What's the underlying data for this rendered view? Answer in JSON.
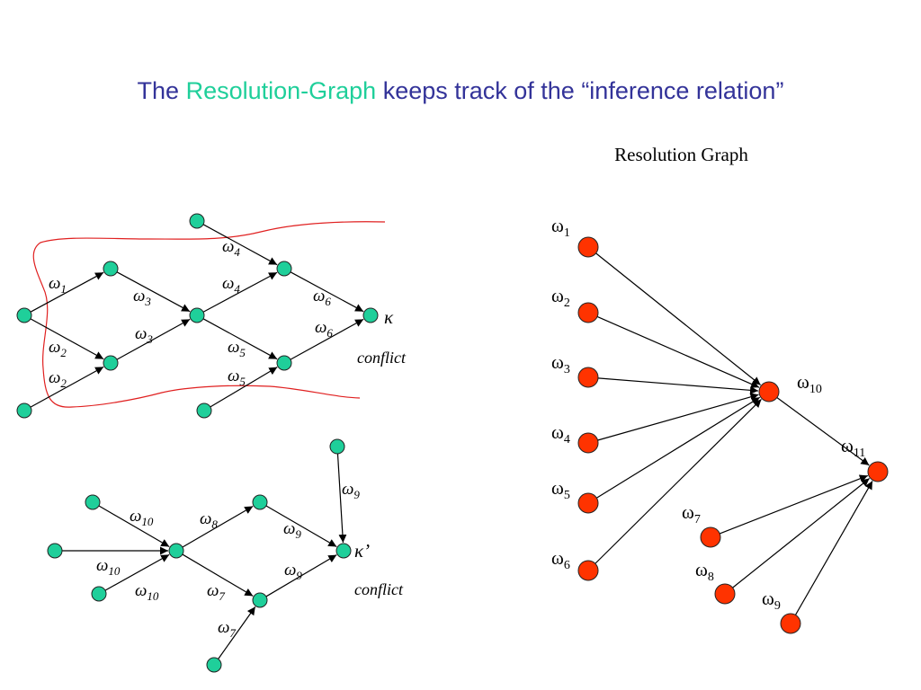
{
  "slide": {
    "title_pre": "The ",
    "title_highlight": "Resolution-Graph",
    "title_post": " keeps track of the “inference relation”",
    "highlight_color": "#1fcf9a",
    "title_color": "#333399"
  },
  "resolution_graph": {
    "title": "Resolution Graph",
    "node_color": "#ff3300",
    "nodes": [
      {
        "id": "w1",
        "base": "ω",
        "sub": "1"
      },
      {
        "id": "w2",
        "base": "ω",
        "sub": "2"
      },
      {
        "id": "w3",
        "base": "ω",
        "sub": "3"
      },
      {
        "id": "w4",
        "base": "ω",
        "sub": "4"
      },
      {
        "id": "w5",
        "base": "ω",
        "sub": "5"
      },
      {
        "id": "w6",
        "base": "ω",
        "sub": "6"
      },
      {
        "id": "w10",
        "base": "ω",
        "sub": "10"
      },
      {
        "id": "w11",
        "base": "ω",
        "sub": "11"
      },
      {
        "id": "w7",
        "base": "ω",
        "sub": "7"
      },
      {
        "id": "w8",
        "base": "ω",
        "sub": "8"
      },
      {
        "id": "w9",
        "base": "ω",
        "sub": "9"
      }
    ],
    "edges": [
      {
        "from": "w1",
        "to": "w10"
      },
      {
        "from": "w2",
        "to": "w10"
      },
      {
        "from": "w3",
        "to": "w10"
      },
      {
        "from": "w4",
        "to": "w10"
      },
      {
        "from": "w5",
        "to": "w10"
      },
      {
        "from": "w6",
        "to": "w10"
      },
      {
        "from": "w10",
        "to": "w11"
      },
      {
        "from": "w7",
        "to": "w11"
      },
      {
        "from": "w8",
        "to": "w11"
      },
      {
        "from": "w9",
        "to": "w11"
      }
    ]
  },
  "implication_graph_1": {
    "node_color": "#1fcf9a",
    "conflict_label": "conflict",
    "conflict_node_label": "κ",
    "edge_labels": [
      {
        "base": "ω",
        "sub": "1"
      },
      {
        "base": "ω",
        "sub": "2"
      },
      {
        "base": "ω",
        "sub": "2"
      },
      {
        "base": "ω",
        "sub": "3"
      },
      {
        "base": "ω",
        "sub": "3"
      },
      {
        "base": "ω",
        "sub": "4"
      },
      {
        "base": "ω",
        "sub": "4"
      },
      {
        "base": "ω",
        "sub": "5"
      },
      {
        "base": "ω",
        "sub": "5"
      },
      {
        "base": "ω",
        "sub": "6"
      },
      {
        "base": "ω",
        "sub": "6"
      }
    ]
  },
  "implication_graph_2": {
    "node_color": "#1fcf9a",
    "conflict_label": "conflict",
    "conflict_node_label": "κ’",
    "edge_labels": [
      {
        "base": "ω",
        "sub": "10"
      },
      {
        "base": "ω",
        "sub": "10"
      },
      {
        "base": "ω",
        "sub": "10"
      },
      {
        "base": "ω",
        "sub": "8"
      },
      {
        "base": "ω",
        "sub": "7"
      },
      {
        "base": "ω",
        "sub": "7"
      },
      {
        "base": "ω",
        "sub": "9"
      },
      {
        "base": "ω",
        "sub": "9"
      },
      {
        "base": "ω",
        "sub": "9"
      }
    ]
  },
  "cut_curve_color": "#e02020"
}
